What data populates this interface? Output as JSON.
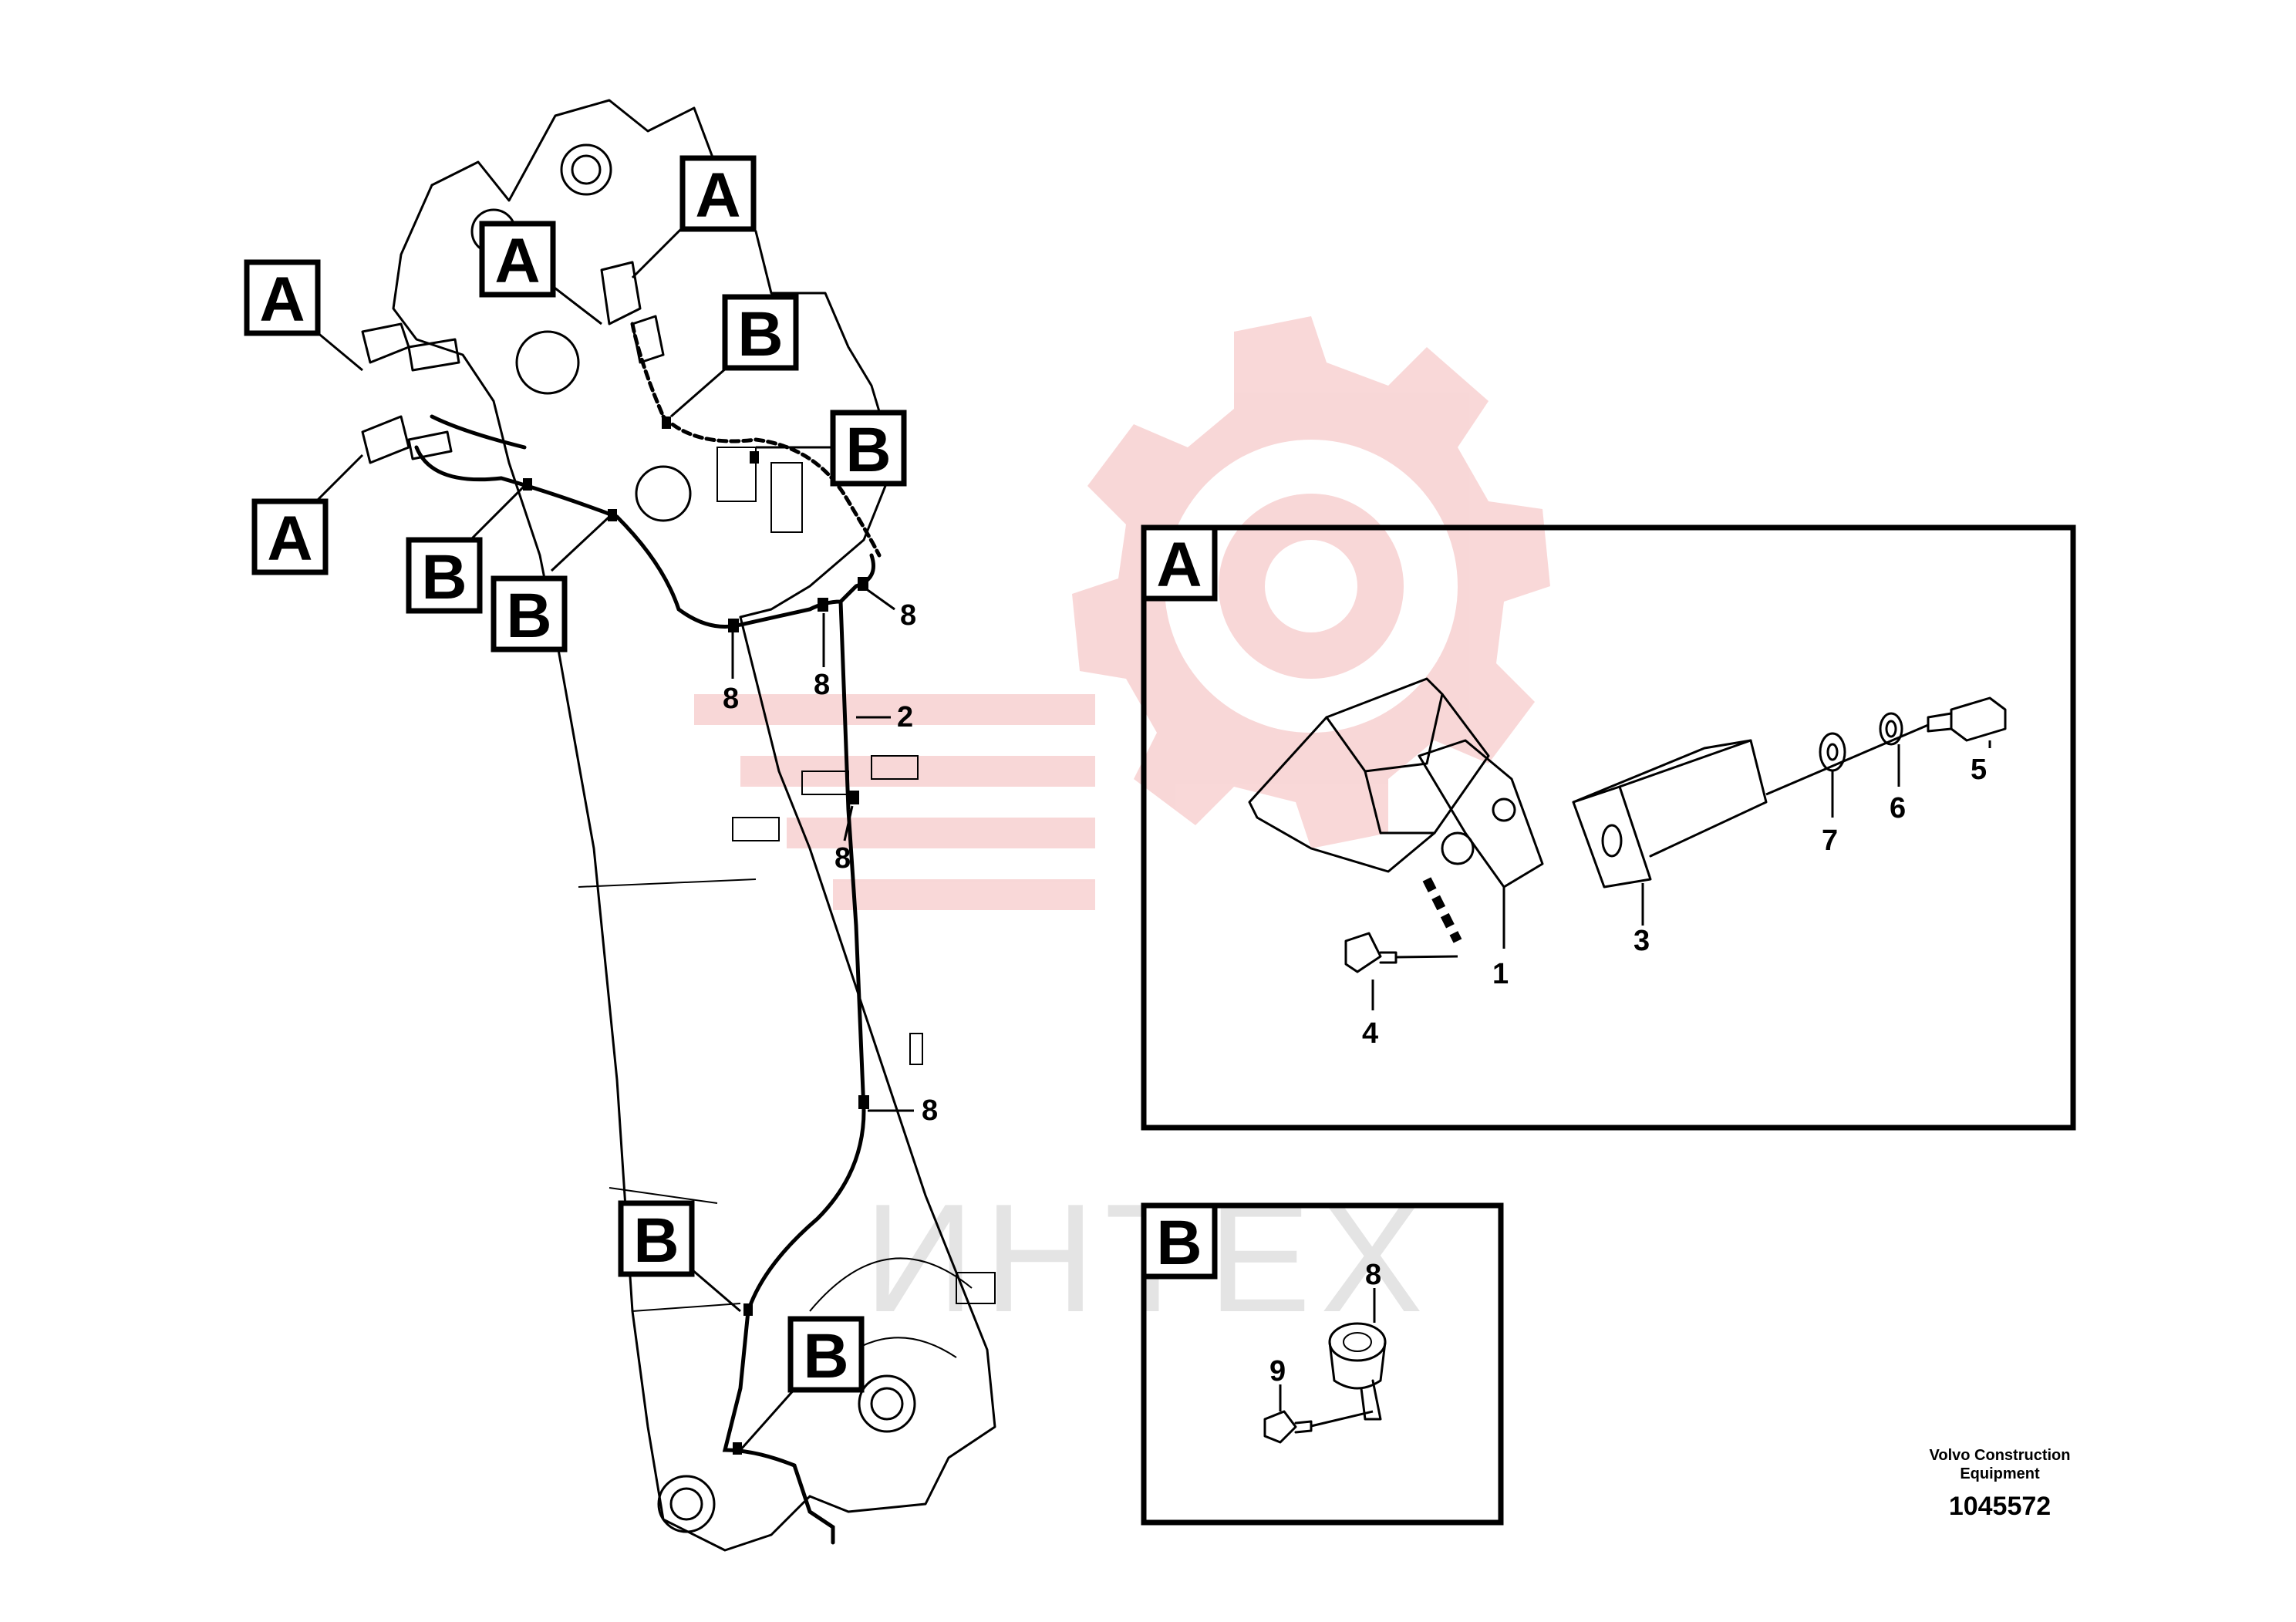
{
  "diagram": {
    "callouts_main": [
      "A",
      "A",
      "A",
      "A",
      "B",
      "B",
      "B",
      "B",
      "B",
      "B"
    ],
    "item_numbers_main": [
      "8",
      "8",
      "8",
      "2",
      "8",
      "8"
    ],
    "detail_a": {
      "label": "A",
      "parts": [
        "1",
        "3",
        "4",
        "5",
        "6",
        "7"
      ]
    },
    "detail_b": {
      "label": "B",
      "parts": [
        "8",
        "9"
      ]
    }
  },
  "watermark": {
    "text": "ИНТЕХ",
    "gear_color": "#f4b8b8"
  },
  "footer": {
    "company_line1": "Volvo Construction",
    "company_line2": "Equipment",
    "drawing_number": "1045572"
  }
}
